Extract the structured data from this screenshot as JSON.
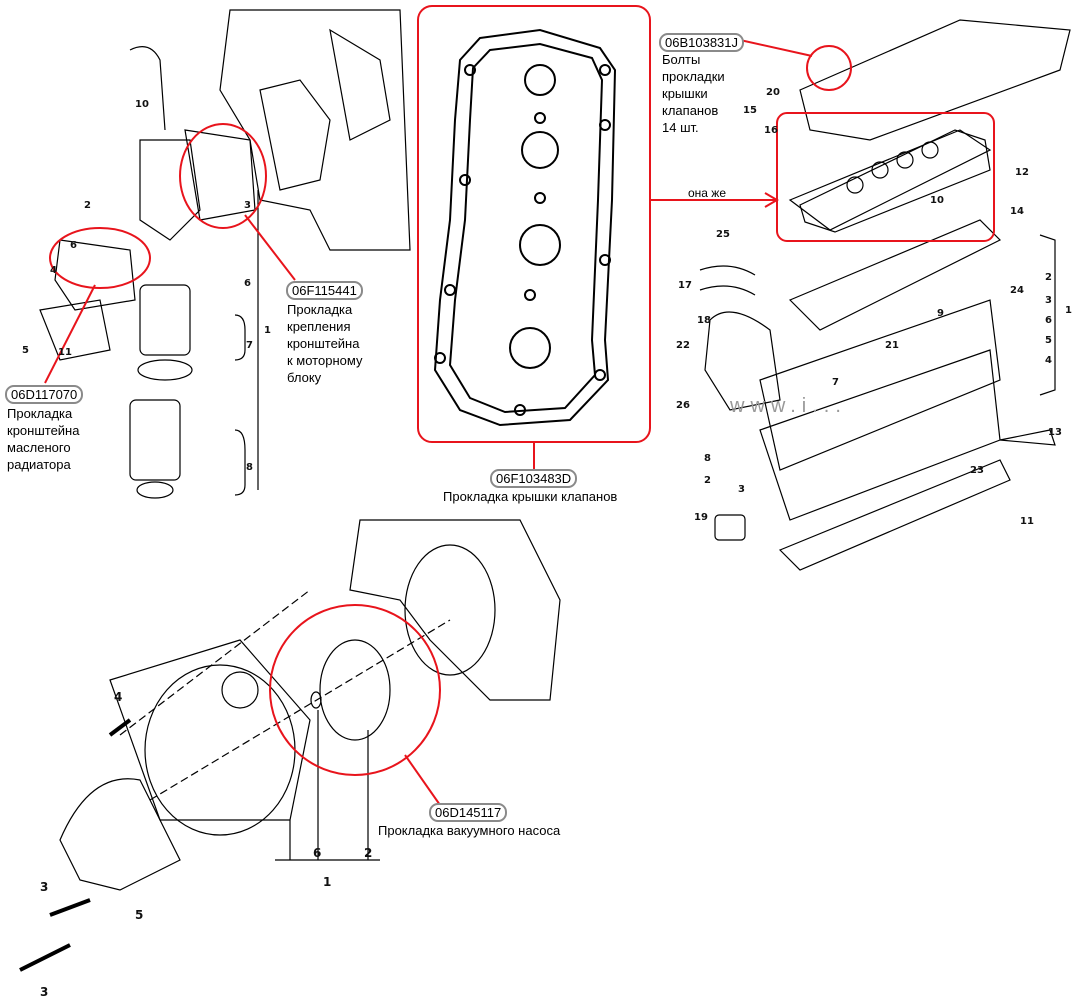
{
  "labels": {
    "valve_bolts": {
      "part_number": "06B103831J",
      "lines": [
        "Болты",
        "прокладки",
        "крышки",
        "клапанов",
        "14 шт."
      ]
    },
    "bracket_block": {
      "part_number": "06F115441",
      "lines": [
        "Прокладка",
        "крепления",
        "кронштейна",
        "к моторному",
        "блоку"
      ]
    },
    "oil_cooler": {
      "part_number": "06D117070",
      "lines": [
        "Прокладка",
        "кронштейна",
        "масленого",
        "радиатора"
      ]
    },
    "valve_cover": {
      "part_number": "06F103483D",
      "description": "Прокладка крышки клапанов"
    },
    "vacuum_pump": {
      "part_number": "06D145117",
      "description": "Прокладка вакуумного насоса"
    },
    "same_note": "она же"
  },
  "watermark": "www.i...",
  "callouts": {
    "left": [
      "10",
      "2",
      "3",
      "6",
      "4",
      "5",
      "11",
      "6",
      "7",
      "1",
      "8"
    ],
    "right": [
      "20",
      "15",
      "16",
      "12",
      "10",
      "14",
      "25",
      "17",
      "18",
      "9",
      "22",
      "21",
      "7",
      "26",
      "24",
      "2",
      "3",
      "1",
      "6",
      "5",
      "4",
      "13",
      "23",
      "11",
      "8",
      "2",
      "3",
      "19"
    ],
    "bottom": [
      "4",
      "3",
      "5",
      "3",
      "6",
      "2",
      "1"
    ]
  },
  "colors": {
    "highlight": "#e8141c",
    "line": "#000000"
  }
}
